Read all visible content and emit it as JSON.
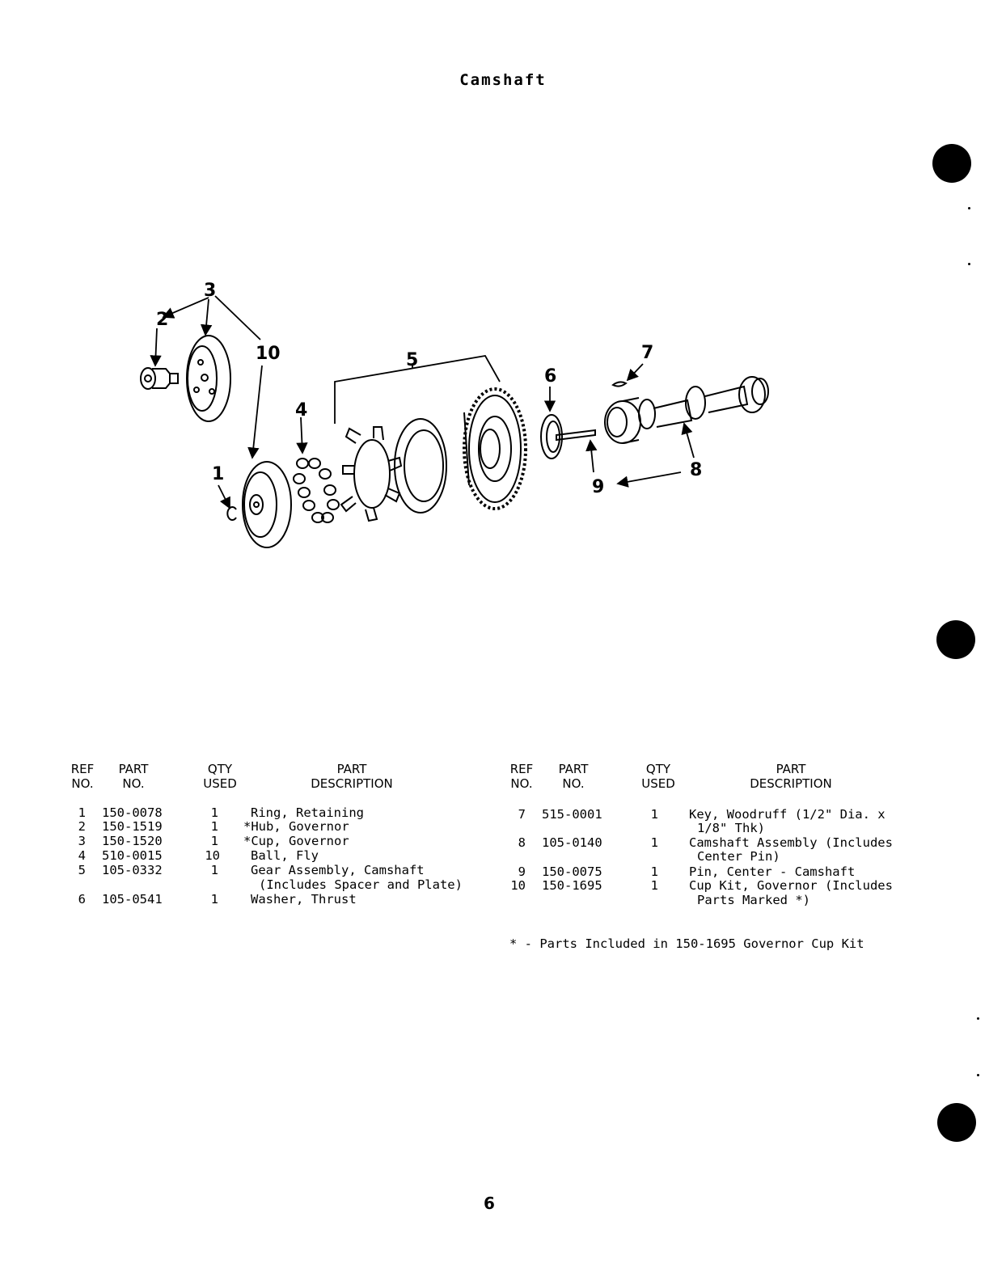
{
  "page": {
    "title": "Camshaft",
    "page_number": "6"
  },
  "diagram": {
    "callouts": [
      "1",
      "2",
      "3",
      "4",
      "5",
      "6",
      "7",
      "8",
      "9",
      "10"
    ]
  },
  "table_headers": {
    "ref": [
      "REF",
      "NO."
    ],
    "part": [
      "PART",
      "NO."
    ],
    "qty": [
      "QTY",
      "USED"
    ],
    "desc": [
      "PART",
      "DESCRIPTION"
    ]
  },
  "parts_left": [
    {
      "ref": "1",
      "part_no": "150-0078",
      "qty": "1",
      "desc": [
        "Ring, Retaining"
      ]
    },
    {
      "ref": "2",
      "part_no": "150-1519",
      "qty": "1",
      "desc": [
        "*Hub, Governor"
      ]
    },
    {
      "ref": "3",
      "part_no": "150-1520",
      "qty": "1",
      "desc": [
        "*Cup, Governor"
      ]
    },
    {
      "ref": "4",
      "part_no": "510-0015",
      "qty": "10",
      "desc": [
        "Ball, Fly"
      ]
    },
    {
      "ref": "5",
      "part_no": "105-0332",
      "qty": "1",
      "desc": [
        "Gear Assembly, Camshaft",
        "(Includes Spacer and Plate)"
      ]
    },
    {
      "ref": "6",
      "part_no": "105-0541",
      "qty": "1",
      "desc": [
        "Washer, Thrust"
      ]
    }
  ],
  "parts_right": [
    {
      "ref": "7",
      "part_no": "515-0001",
      "qty": "1",
      "desc": [
        "Key, Woodruff (1/2\" Dia. x",
        "1/8\" Thk)"
      ]
    },
    {
      "ref": "8",
      "part_no": "105-0140",
      "qty": "1",
      "desc": [
        "Camshaft Assembly (Includes",
        "Center Pin)"
      ]
    },
    {
      "ref": "9",
      "part_no": "150-0075",
      "qty": "1",
      "desc": [
        "Pin, Center - Camshaft"
      ]
    },
    {
      "ref": "10",
      "part_no": "150-1695",
      "qty": "1",
      "desc": [
        "Cup Kit, Governor (Includes",
        "Parts Marked *)"
      ]
    }
  ],
  "footnote": "* - Parts Included in 150-1695 Governor Cup Kit"
}
